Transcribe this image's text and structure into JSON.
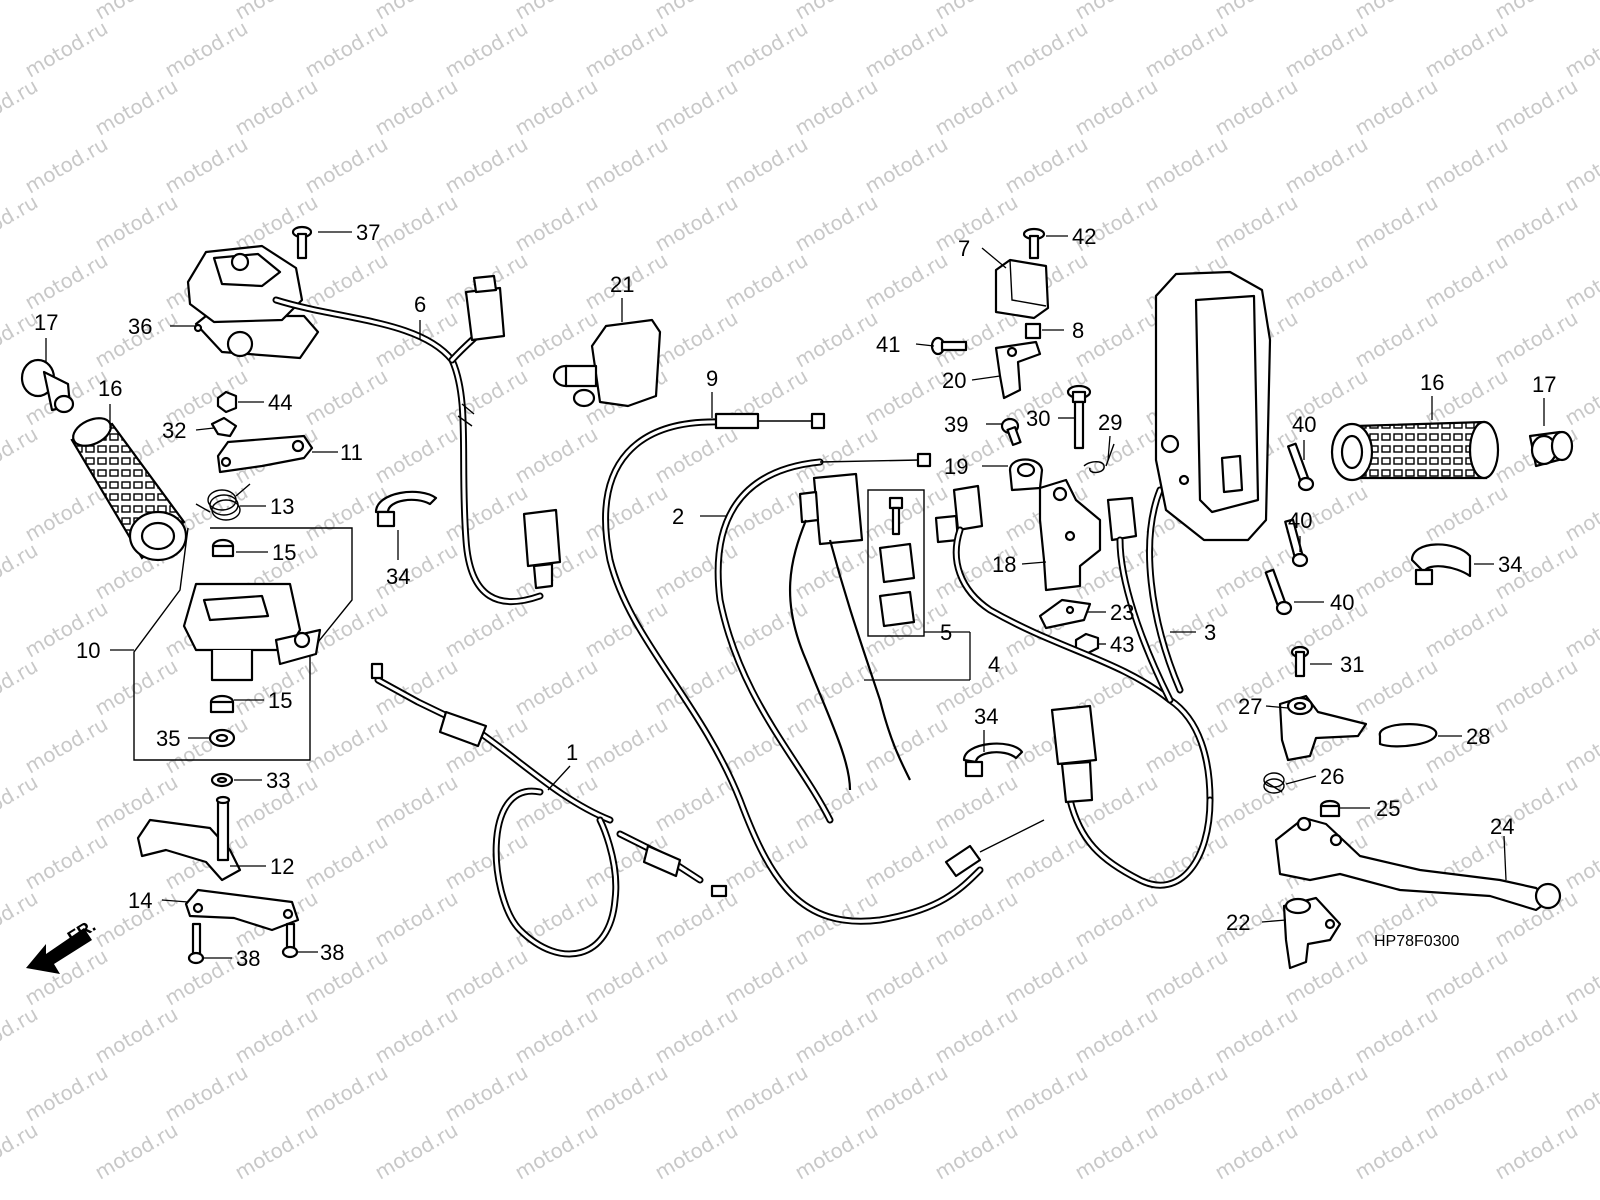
{
  "diagram": {
    "watermark_text": "motod.ru",
    "drawing_code": "HP78F0300",
    "direction_label": "FR.",
    "callouts": {
      "c1": "1",
      "c2": "2",
      "c3": "3",
      "c4": "4",
      "c5": "5",
      "c6": "6",
      "c7": "7",
      "c8": "8",
      "c9": "9",
      "c10": "10",
      "c11": "11",
      "c12": "12",
      "c13": "13",
      "c14": "14",
      "c15a": "15",
      "c15b": "15",
      "c16a": "16",
      "c16b": "16",
      "c17a": "17",
      "c17b": "17",
      "c18": "18",
      "c19": "19",
      "c20": "20",
      "c21": "21",
      "c22": "22",
      "c23": "23",
      "c24": "24",
      "c25": "25",
      "c26": "26",
      "c27": "27",
      "c28": "28",
      "c29": "29",
      "c30": "30",
      "c31": "31",
      "c32": "32",
      "c33": "33",
      "c34a": "34",
      "c34b": "34",
      "c34c": "34",
      "c35": "35",
      "c36": "36",
      "c37": "37",
      "c38a": "38",
      "c38b": "38",
      "c39": "39",
      "c40a": "40",
      "c40b": "40",
      "c40c": "40",
      "c41": "41",
      "c42": "42",
      "c43": "43",
      "c44": "44"
    }
  }
}
